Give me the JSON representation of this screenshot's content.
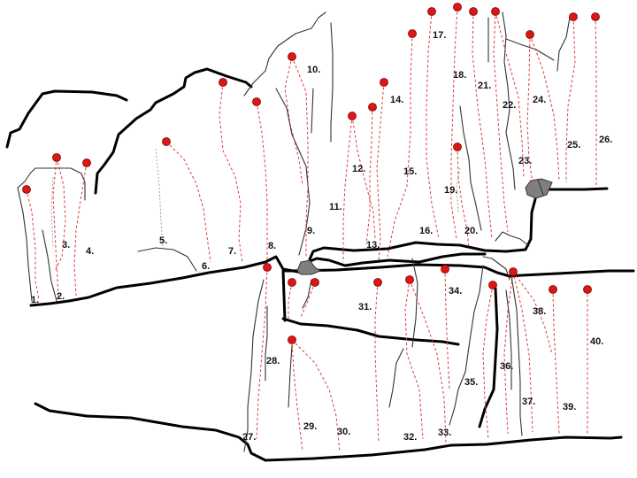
{
  "routes": [
    {
      "num": "1."
    },
    {
      "num": "2."
    },
    {
      "num": "3."
    },
    {
      "num": "4."
    },
    {
      "num": "5."
    },
    {
      "num": "6."
    },
    {
      "num": "7."
    },
    {
      "num": "8."
    },
    {
      "num": "9."
    },
    {
      "num": "10."
    },
    {
      "num": "11."
    },
    {
      "num": "12."
    },
    {
      "num": "13."
    },
    {
      "num": "14."
    },
    {
      "num": "15."
    },
    {
      "num": "16."
    },
    {
      "num": "17."
    },
    {
      "num": "18."
    },
    {
      "num": "19."
    },
    {
      "num": "20."
    },
    {
      "num": "21."
    },
    {
      "num": "22."
    },
    {
      "num": "23."
    },
    {
      "num": "24."
    },
    {
      "num": "25."
    },
    {
      "num": "26."
    },
    {
      "num": "27."
    },
    {
      "num": "28."
    },
    {
      "num": "29."
    },
    {
      "num": "30."
    },
    {
      "num": "31."
    },
    {
      "num": "32."
    },
    {
      "num": "33."
    },
    {
      "num": "34."
    },
    {
      "num": "35."
    },
    {
      "num": "36."
    },
    {
      "num": "37."
    },
    {
      "num": "38."
    },
    {
      "num": "39."
    },
    {
      "num": "40."
    }
  ],
  "colors": {
    "route_line": "#e0393b",
    "anchor_fill": "#dd1616",
    "rock_edge": "#000000",
    "boulder": "#7f7f7f"
  }
}
